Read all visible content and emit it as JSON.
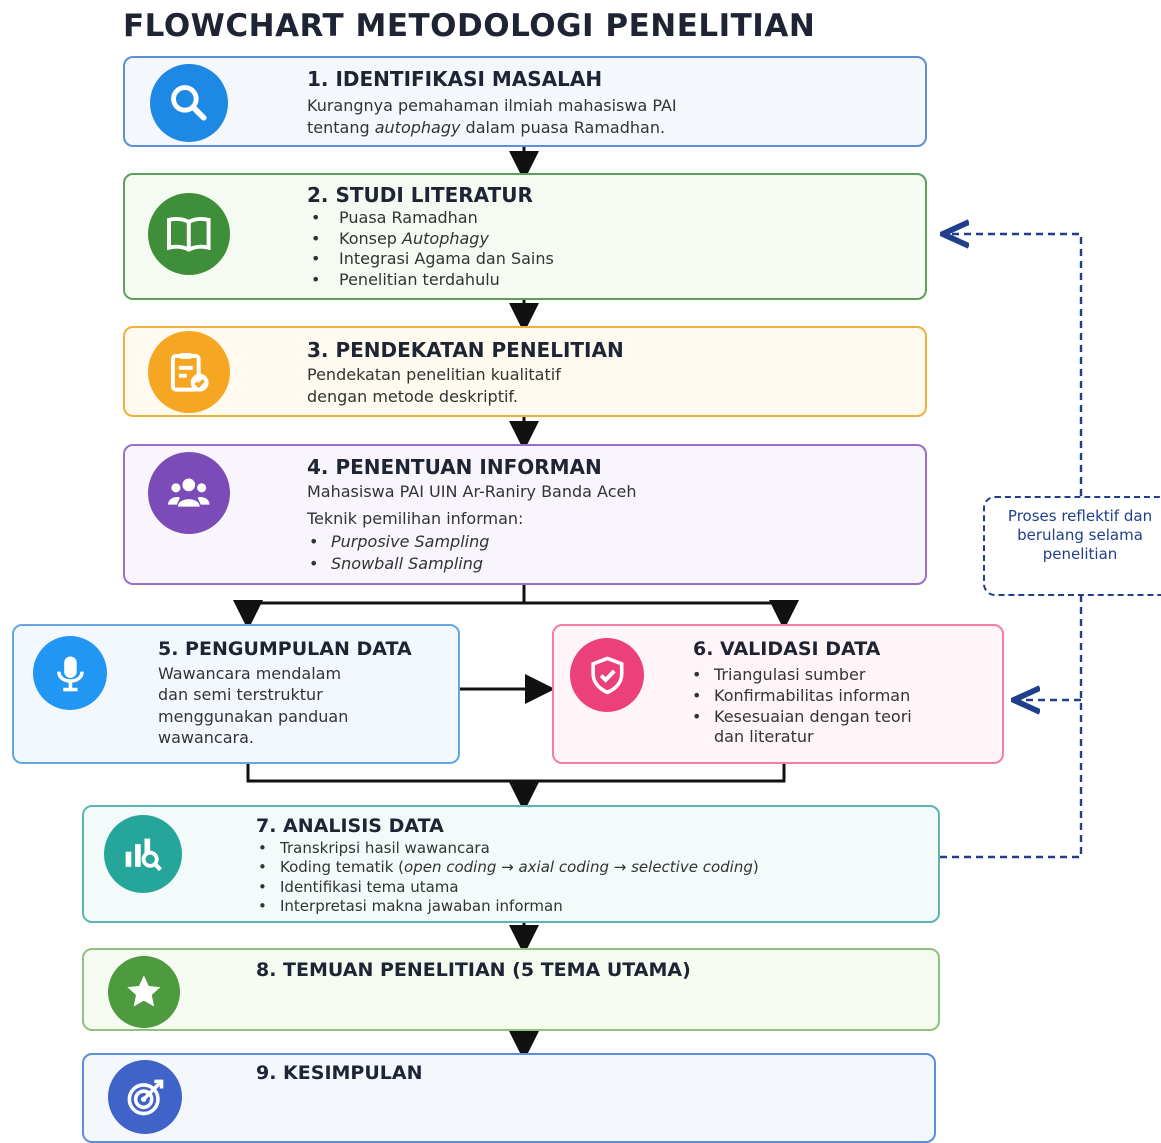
{
  "title": "FLOWCHART METODOLOGI PENELITIAN",
  "colors": {
    "blue": "#1e88e5",
    "green": "#3f8f3a",
    "orange": "#f5a623",
    "purple": "#7b4bb7",
    "light_blue": "#2196f3",
    "pink": "#ec407a",
    "teal": "#26a69a",
    "dark_navy": "#1f3f8a"
  },
  "steps": [
    {
      "heading": "1. IDENTIFIKASI MASALAH",
      "icon": "magnifier-icon",
      "text_pre": "Kurangnya pemahaman ilmiah mahasiswa PAI",
      "text_line2_pre": "tentang ",
      "text_line2_italic": "autophagy",
      "text_line2_post": " dalam puasa Ramadhan."
    },
    {
      "heading": "2. STUDI LITERATUR",
      "icon": "book-icon",
      "items": [
        "Puasa Ramadhan",
        "Konsep ",
        "Integrasi Agama dan Sains",
        "Penelitian terdahulu"
      ],
      "item2_italic": "Autophagy"
    },
    {
      "heading": "3. PENDEKATAN PENELITIAN",
      "icon": "clipboard-check-icon",
      "lines": [
        "Pendekatan penelitian kualitatif",
        "dengan metode deskriptif."
      ]
    },
    {
      "heading": "4. PENENTUAN INFORMAN",
      "icon": "users-icon",
      "line1": "Mahasiswa PAI UIN Ar-Raniry Banda Aceh",
      "line2": "Teknik pemilihan informan:",
      "items": [
        "Purposive Sampling",
        "Snowball Sampling"
      ]
    },
    {
      "heading": "5. PENGUMPULAN DATA",
      "icon": "microphone-icon",
      "lines": [
        "Wawancara mendalam",
        "dan semi terstruktur",
        "menggunakan panduan",
        "wawancara."
      ]
    },
    {
      "heading": "6. VALIDASI DATA",
      "icon": "shield-check-icon",
      "items": [
        "Triangulasi sumber",
        "Konfirmabilitas informan",
        "Kesesuaian dengan teori"
      ],
      "item3_cont": "dan literatur"
    },
    {
      "heading": "7. ANALISIS DATA",
      "icon": "chart-search-icon",
      "items": [
        "Transkripsi hasil wawancara",
        "Identifikasi tema utama",
        "Interpretasi makna jawaban informan"
      ],
      "coding_pre": "Koding tematik (",
      "coding_open": "open coding",
      "coding_arrow1": " → ",
      "coding_axial": "axial coding",
      "coding_arrow2": " → ",
      "coding_selective": "selective coding",
      "coding_post": ")"
    },
    {
      "heading": "8. TEMUAN PENELITIAN (5 TEMA UTAMA)",
      "icon": "star-icon"
    },
    {
      "heading": "9. KESIMPULAN",
      "icon": "target-icon"
    }
  ],
  "side_note": "Proses reflektif dan berulang selama penelitian"
}
